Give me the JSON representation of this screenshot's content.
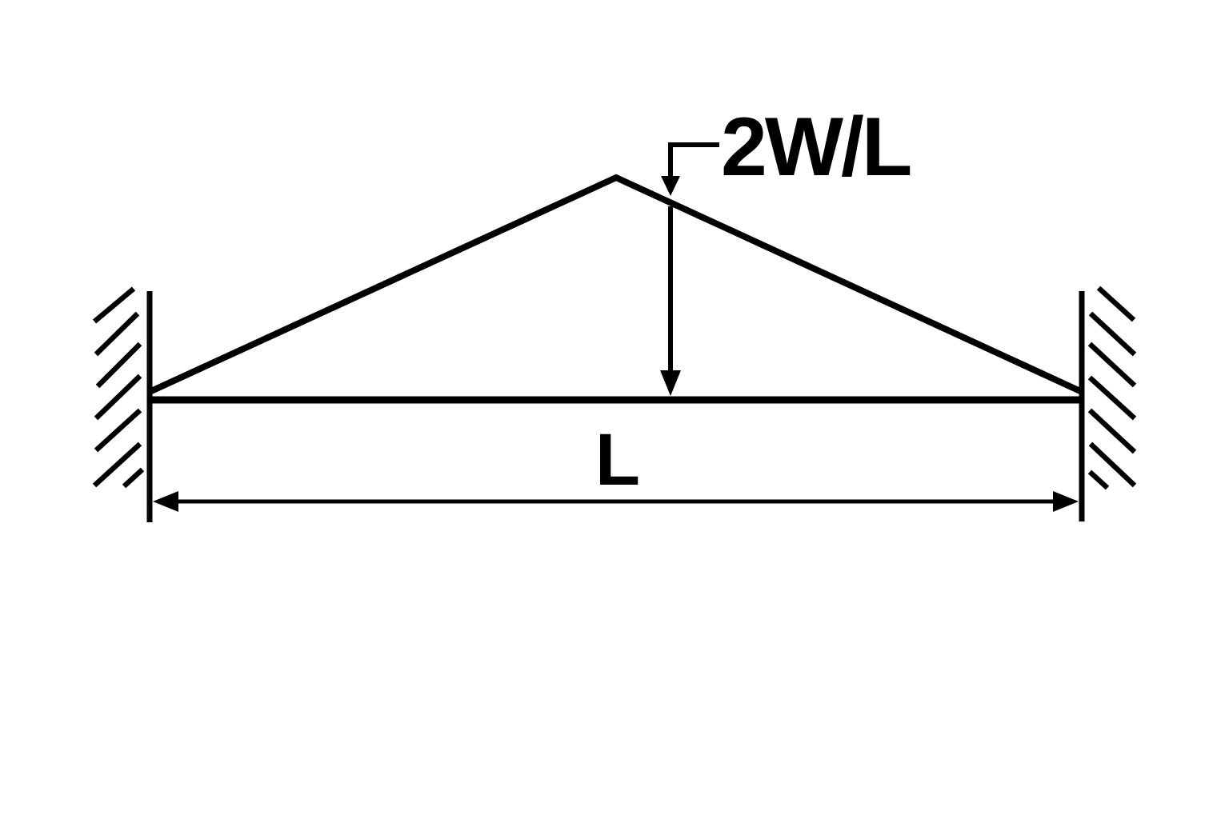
{
  "colors": {
    "ink": "#000000",
    "background": "#ffffff"
  },
  "diagram": {
    "type": "fixed-fixed-beam-with-triangular-distributed-load",
    "load_label": "2W/L",
    "span_label": "L"
  }
}
